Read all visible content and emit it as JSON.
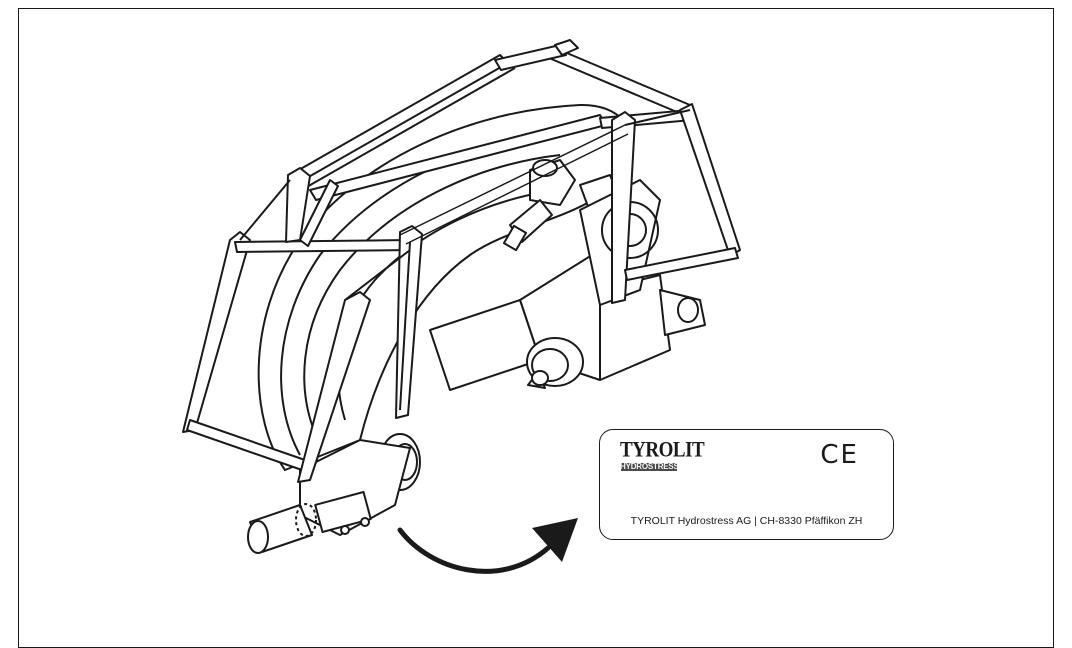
{
  "nameplate": {
    "brand": "TYROLIT",
    "sub_brand": "HYDROSTRESS",
    "mark": "CE",
    "address": "TYROLIT Hydrostress AG | CH-8330 Pfäffikon ZH"
  },
  "colors": {
    "line": "#1a1a1a",
    "fill": "#ffffff",
    "shade": "#d9d9d9"
  },
  "icons": {
    "arrow": "curved-arrow-icon",
    "machine": "wire-saw-machine-illustration"
  }
}
